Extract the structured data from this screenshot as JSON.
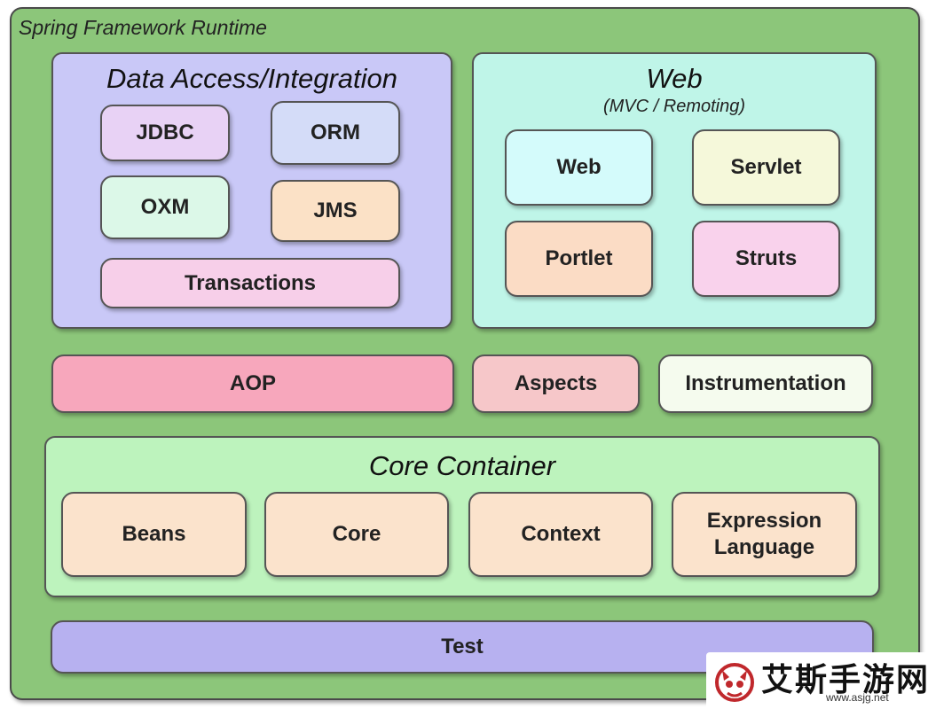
{
  "runtime": {
    "title": "Spring Framework Runtime"
  },
  "data_access": {
    "title": "Data Access/Integration",
    "items": {
      "jdbc": "JDBC",
      "orm": "ORM",
      "oxm": "OXM",
      "jms": "JMS",
      "transactions": "Transactions"
    }
  },
  "web": {
    "title": "Web",
    "subtitle": "(MVC / Remoting)",
    "items": {
      "web": "Web",
      "servlet": "Servlet",
      "portlet": "Portlet",
      "struts": "Struts"
    }
  },
  "middle": {
    "aop": "AOP",
    "aspects": "Aspects",
    "instrumentation": "Instrumentation"
  },
  "core_container": {
    "title": "Core Container",
    "items": {
      "beans": "Beans",
      "core": "Core",
      "context": "Context",
      "expression_language": "Expression\nLanguage"
    }
  },
  "test": {
    "label": "Test"
  },
  "watermark": {
    "text": "艾斯手游网",
    "url": "www.asjg.net"
  },
  "colors": {
    "runtime_bg": "#8cc67a",
    "data_access_bg": "#c9c8f7",
    "web_bg": "#bff5e8",
    "core_container_bg": "#bdf3bd",
    "test_bg": "#b7b1f0",
    "jdbc": "#e8d2f5",
    "orm": "#d4dcf8",
    "oxm": "#dcf8e8",
    "jms": "#fbe1c6",
    "transactions": "#f7cfe9",
    "web_box": "#d4fbfb",
    "servlet": "#f5f8da",
    "portlet": "#fbdcc5",
    "struts": "#f9d2ec",
    "aop": "#f7a7bc",
    "aspects": "#f6c7c9",
    "instrumentation": "#f5fbee",
    "core_boxes": "#fbe3cc"
  }
}
